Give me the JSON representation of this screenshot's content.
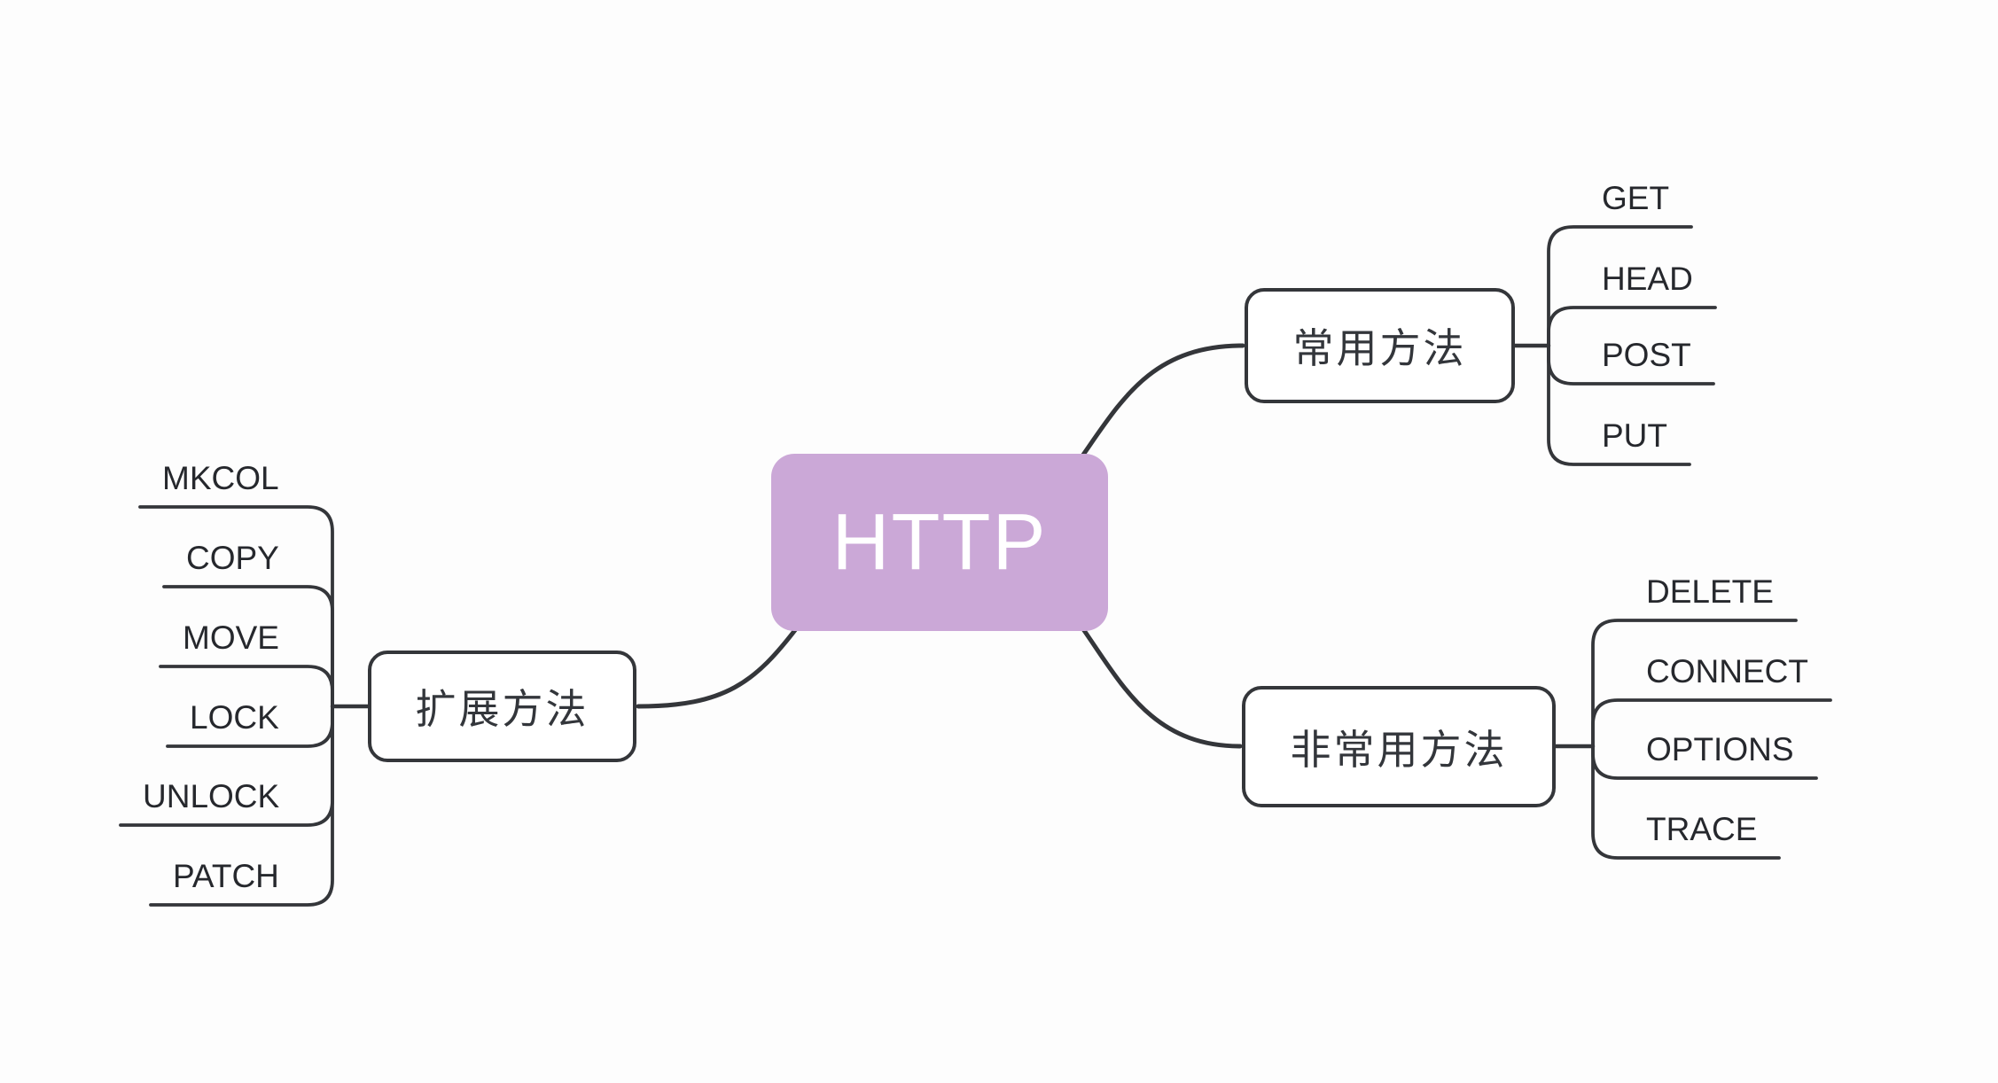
{
  "app": {
    "type": "mindmap"
  },
  "colors": {
    "background": "#fdfdfd",
    "line": "#34363a",
    "branch_fill": "#ffffff",
    "branch_text": "#33363b",
    "child_text": "#26282d",
    "root_fill": "#cba8d7",
    "root_text": "#ffffff"
  },
  "root": {
    "label": "HTTP"
  },
  "branches": [
    {
      "label": "常用方法",
      "children": [
        "GET",
        "HEAD",
        "POST",
        "PUT"
      ]
    },
    {
      "label": "非常用方法",
      "children": [
        "DELETE",
        "CONNECT",
        "OPTIONS",
        "TRACE"
      ]
    },
    {
      "label": "扩展方法",
      "children": [
        "MKCOL",
        "COPY",
        "MOVE",
        "LOCK",
        "UNLOCK",
        "PATCH"
      ]
    }
  ]
}
